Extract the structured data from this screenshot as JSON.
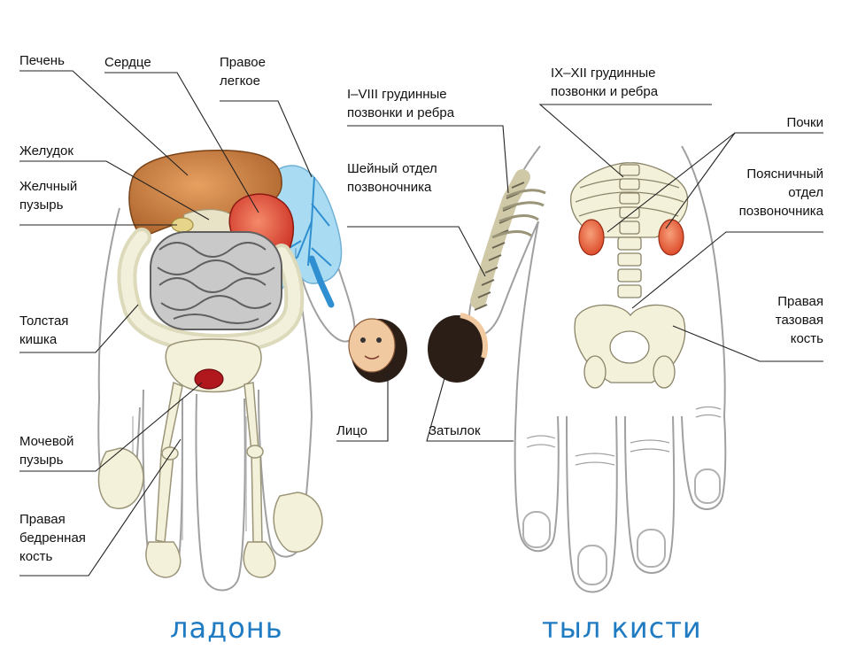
{
  "captions": {
    "palm": "ладонь",
    "back": "тыл кисти"
  },
  "labels": {
    "liver": "Печень",
    "heart": "Сердце",
    "right_lung": "Правое легкое",
    "stomach": "Желудок",
    "gallbladder": "Желчный пузырь",
    "colon": "Толстая кишка",
    "bladder": "Мочевой пузырь",
    "femur": "Правая бедренная кость",
    "thoracic_1_8": "I–VIII грудинные позвонки и ребра",
    "cervical": "Шейный отдел позвоночника",
    "face": "Лицо",
    "occiput": "Затылок",
    "thoracic_9_12": "IX–XII грудинные позвонки и ребра",
    "kidneys": "Почки",
    "lumbar": "Поясничный отдел позвоночника",
    "pelvis": "Правая тазовая кость"
  },
  "colors": {
    "caption": "#1f7bc2",
    "liver": "#c87a3a",
    "heart": "#e2412f",
    "lung": "#a9dcf2",
    "lung_vessels": "#2f8fd0",
    "intestine": "#bfbfbf",
    "colon": "#ece9cf",
    "bladder": "#b0181e",
    "bone": "#f4f1da",
    "kidney": "#e8542e",
    "hand_outline": "#9a9a9a",
    "hair": "#2a1e17",
    "skin": "#f1c9a0"
  },
  "icons": {
    "face_head": "face-icon",
    "occiput_head": "back-of-head-icon"
  }
}
